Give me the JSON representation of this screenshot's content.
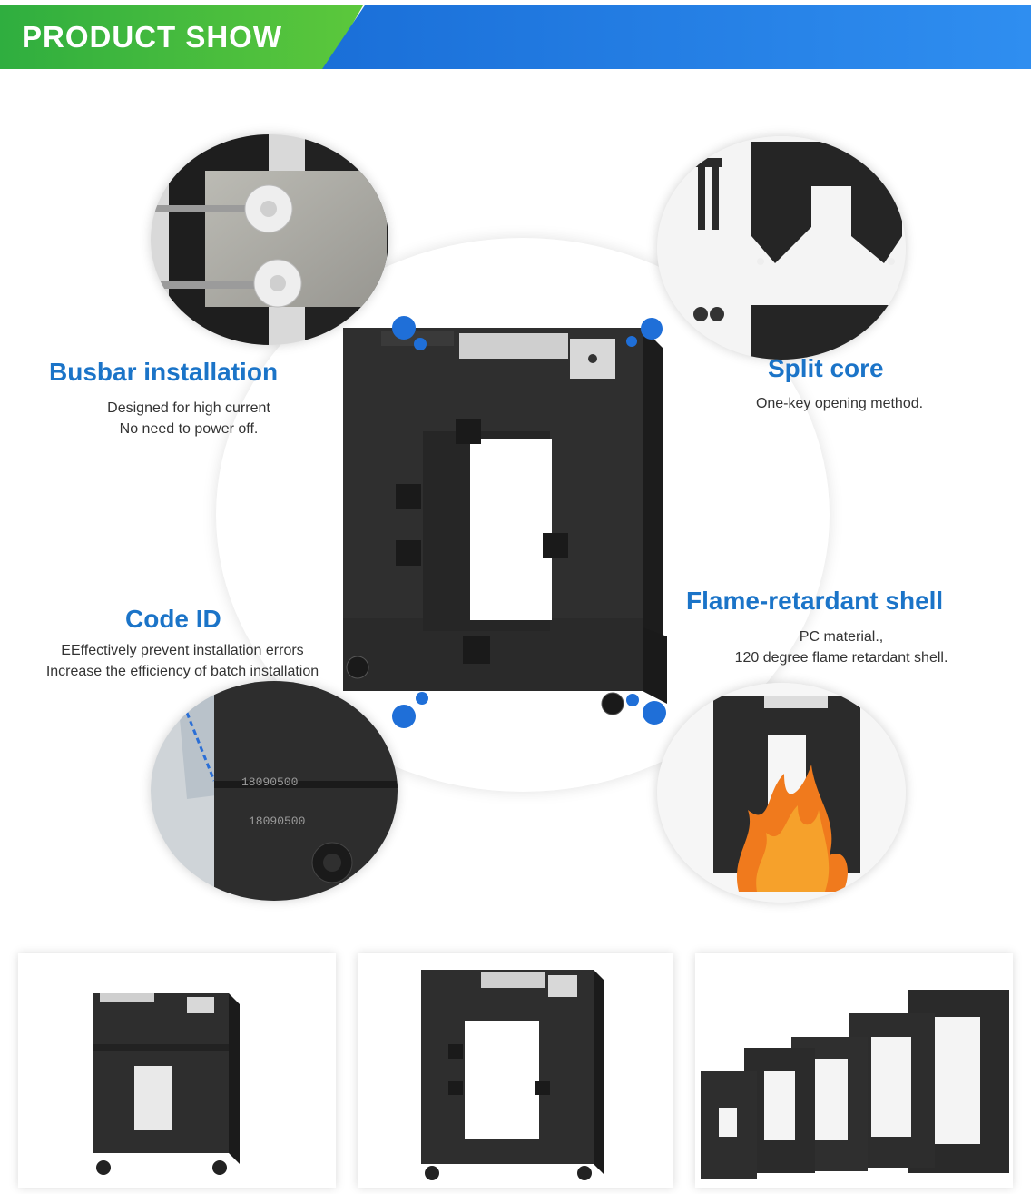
{
  "banner": {
    "title": "PRODUCT SHOW"
  },
  "features": {
    "busbar": {
      "title": "Busbar installation",
      "desc_line1": "Designed for high current",
      "desc_line2": "No need to power off."
    },
    "split": {
      "title": "Split core",
      "desc_line1": "One-key opening method."
    },
    "code": {
      "title": "Code ID",
      "desc_line1": "EEffectively prevent installation errors",
      "desc_line2": "Increase the efficiency of batch installation"
    },
    "flame": {
      "title": "Flame-retardant shell",
      "desc_line1": "PC material.,",
      "desc_line2": "120 degree flame retardant shell."
    }
  },
  "code_labels": {
    "label_top": "18090500",
    "label_bottom": "18090500"
  },
  "colors": {
    "accent_blue": "#1b74c8",
    "banner_green": "#3cb83e",
    "banner_blue": "#1f7fe6",
    "device_black": "#2b2b2b"
  }
}
